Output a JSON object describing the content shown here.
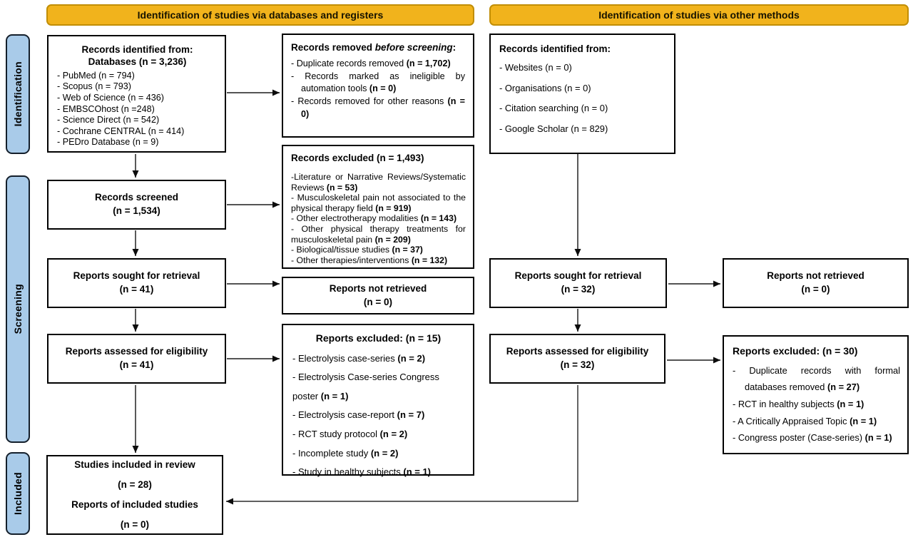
{
  "banners": {
    "databases": "Identification of studies via databases and registers",
    "other": "Identification of studies via other methods"
  },
  "stages": {
    "identification": "Identification",
    "screening": "Screening",
    "included": "Included"
  },
  "db_identified": {
    "title1": "Records identified from:",
    "title2": "Databases (n = 3,236)",
    "items": [
      "- PubMed (n = 794)",
      "- Scopus (n = 793)",
      "- Web of Science (n = 436)",
      "- EMBSCOhost (n =248)",
      "- Science Direct (n = 542)",
      "- Cochrane CENTRAL (n = 414)",
      "- PEDro Database (n = 9)"
    ]
  },
  "removed_before": {
    "title_a": "Records removed ",
    "title_b": "before screening",
    "title_c": ":",
    "items": [
      {
        "pre": "- Duplicate records removed ",
        "n": "(n = 1,702)"
      },
      {
        "pre": "- Records marked as ineligible by automation tools ",
        "n": "(n = 0)"
      },
      {
        "pre": "- Records removed for other reasons ",
        "n": "(n = 0)"
      }
    ]
  },
  "records_excluded": {
    "title": "Records excluded (n = 1,493)",
    "items": [
      {
        "pre": "-Literature or Narrative Reviews/Systematic Reviews ",
        "n": "(n = 53)"
      },
      {
        "pre": "- Musculoskeletal pain not associated to the physical therapy field ",
        "n": "(n = 919)"
      },
      {
        "pre": "- Other electrotherapy modalities ",
        "n": "(n = 143)"
      },
      {
        "pre": "- Other physical therapy treatments for musculoskeletal pain ",
        "n": "(n = 209)"
      },
      {
        "pre": "- Biological/tissue studies ",
        "n": "(n = 37)"
      },
      {
        "pre": "- Other therapies/interventions ",
        "n": "(n = 132)"
      }
    ]
  },
  "records_screened": {
    "line1": "Records screened",
    "line2": "(n = 1,534)"
  },
  "sought_db": {
    "line1": "Reports sought for retrieval",
    "line2": "(n = 41)"
  },
  "not_retrieved_db": {
    "line1": "Reports not retrieved",
    "line2": "(n = 0)"
  },
  "assessed_db": {
    "line1": "Reports assessed for eligibility",
    "line2": "(n = 41)"
  },
  "reports_excluded_db": {
    "title": "Reports excluded: (n = 15)",
    "items": [
      {
        "pre": "- Electrolysis case-series ",
        "n": "(n = 2)"
      },
      {
        "pre": "- Electrolysis Case-series Congress poster ",
        "n": "(n = 1)"
      },
      {
        "pre": "- Electrolysis case-report ",
        "n": "(n = 7)"
      },
      {
        "pre": "- RCT study protocol ",
        "n": "(n = 2)"
      },
      {
        "pre": "- Incomplete study ",
        "n": "(n = 2)"
      },
      {
        "pre": "- Study in healthy subjects ",
        "n": "(n = 1)"
      }
    ]
  },
  "included_box": {
    "line1": "Studies included in review",
    "line2": "(n = 28)",
    "line3": "Reports of included studies",
    "line4": "(n = 0)"
  },
  "other_identified": {
    "title": "Records identified from:",
    "items": [
      "- Websites (n = 0)",
      "- Organisations (n = 0)",
      "- Citation searching (n = 0)",
      "- Google Scholar (n = 829)"
    ]
  },
  "sought_other": {
    "line1": "Reports sought for retrieval",
    "line2": "(n = 32)"
  },
  "not_retrieved_other": {
    "line1": "Reports not retrieved",
    "line2": "(n = 0)"
  },
  "assessed_other": {
    "line1": "Reports assessed for eligibility",
    "line2": "(n = 32)"
  },
  "reports_excluded_other": {
    "title": "Reports excluded: (n = 30)",
    "items": [
      {
        "pre": "- Duplicate records with formal databases removed ",
        "n": "(n = 27)"
      },
      {
        "pre": "- RCT in healthy subjects ",
        "n": "(n = 1)"
      },
      {
        "pre": "- A Critically Appraised Topic ",
        "n": "(n = 1)"
      },
      {
        "pre": "- Congress poster (Case-series) ",
        "n": "(n = 1)"
      }
    ]
  },
  "colors": {
    "banner_fill": "#F1B31C",
    "banner_border": "#C18E06",
    "stage_fill": "#A9CBE9",
    "box_border": "#000000"
  }
}
